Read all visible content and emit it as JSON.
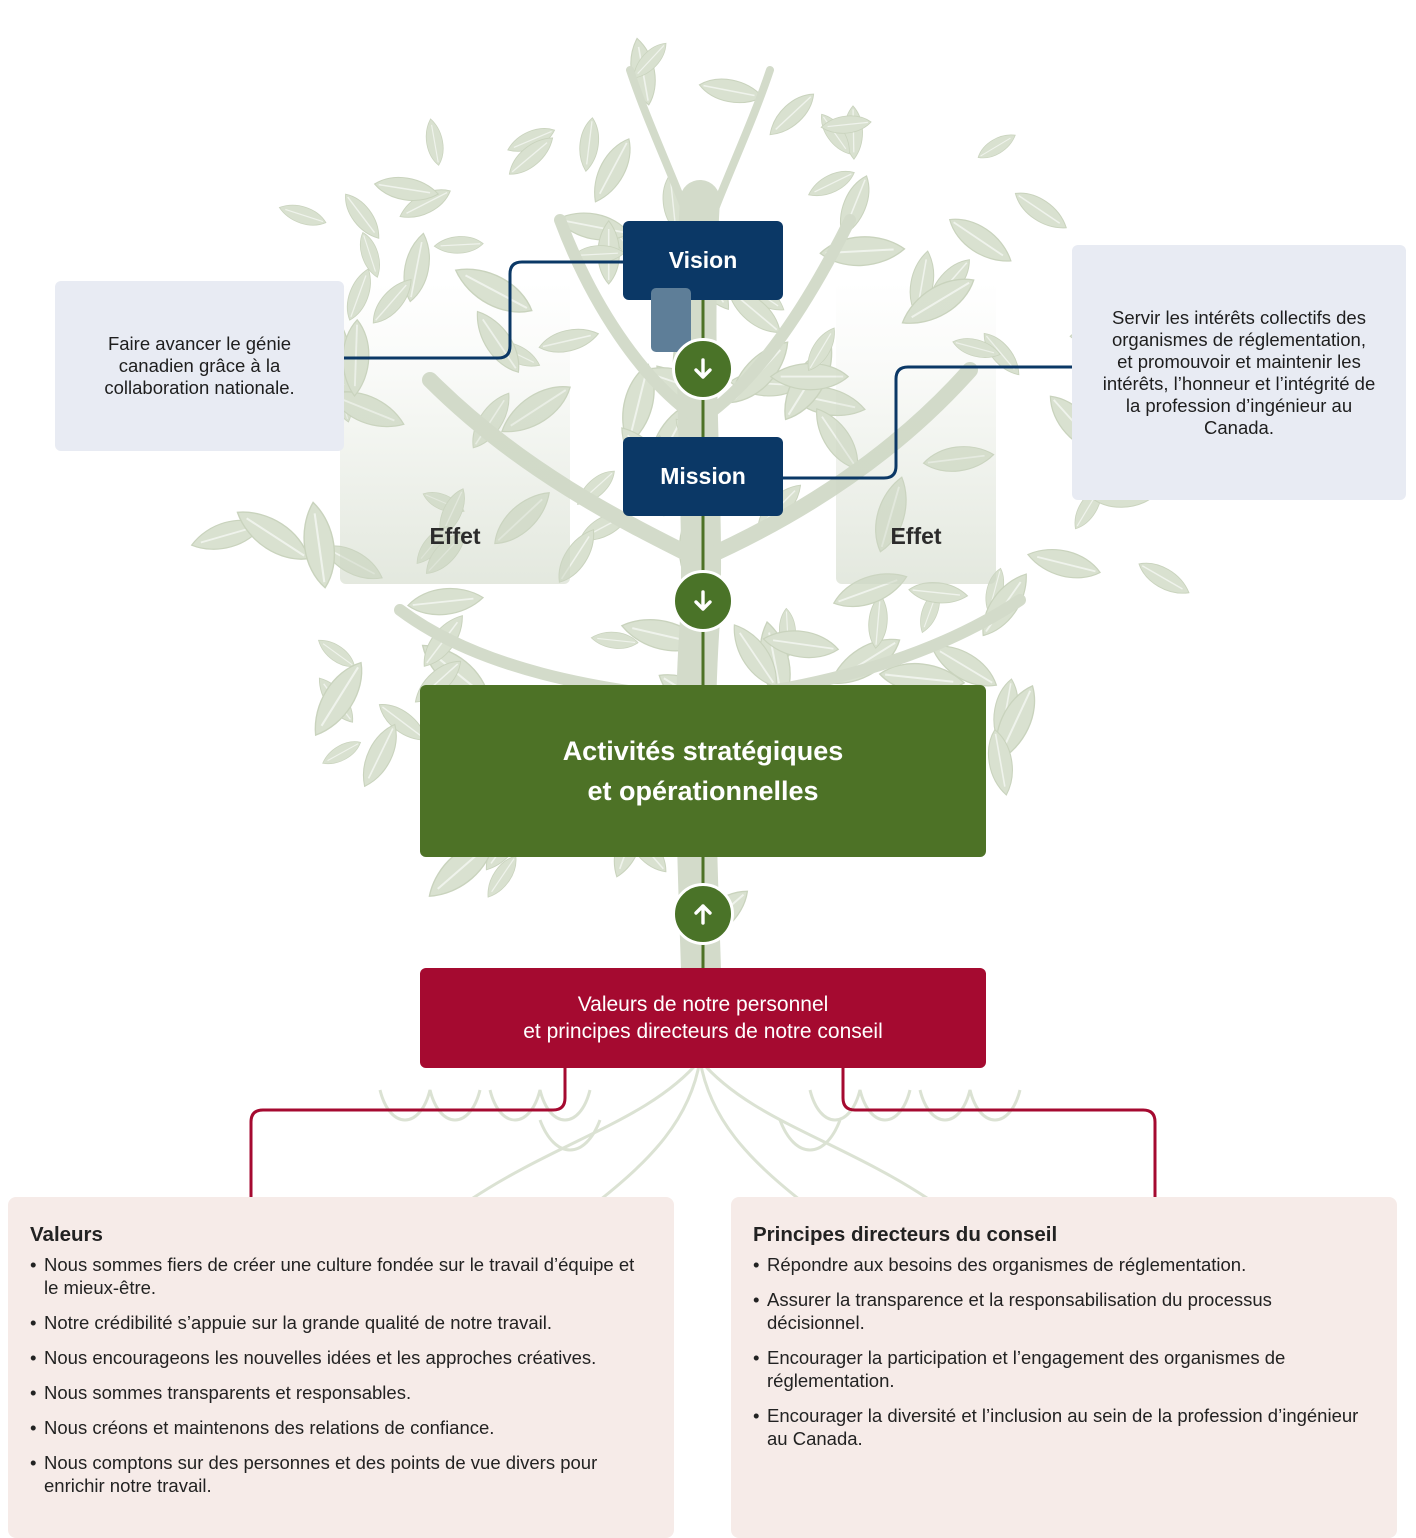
{
  "vision": {
    "label": "Vision",
    "text": "Faire avancer le génie canadien grâce à la collaboration nationale."
  },
  "mission": {
    "label": "Mission",
    "text": "Servir les intérêts collectifs des organismes de réglementation, et promouvoir et maintenir les intérêts, l’honneur et l’intégrité de la profession d’ingénieur au Canada."
  },
  "effect_left": "Effet",
  "effect_right": "Effet",
  "activities": {
    "line1": "Activités stratégiques",
    "line2": "et opérationnelles"
  },
  "foundation": {
    "line1": "Valeurs de notre personnel",
    "line2": "et principes directeurs de notre conseil"
  },
  "values": {
    "title": "Valeurs",
    "items": [
      "Nous sommes fiers de créer une culture fondée sur le travail d’équipe et le mieux-être.",
      "Notre crédibilité s’appuie sur la grande qualité de notre travail.",
      "Nous encourageons les nouvelles idées et les approches créatives.",
      "Nous sommes transparents et responsables.",
      "Nous créons et maintenons des relations de confiance.",
      "Nous comptons sur des personnes et des points de vue divers pour enrichir notre travail."
    ]
  },
  "principles": {
    "title": "Principes directeurs du conseil",
    "items": [
      "Répondre aux besoins des organismes de réglementation.",
      "Assurer la transparence et la responsabilisation du processus décisionnel.",
      "Encourager la participation et l’engagement des organismes de réglementation.",
      "Encourager la diversité et l’inclusion au sein de la profession d’ingénieur au Canada."
    ]
  },
  "colors": {
    "blue": "#0b3866",
    "green": "#4d7226",
    "red": "#a50a30",
    "info_bg": "#e8ebf3",
    "list_bg": "#f6ebe8",
    "tree": "#d8e0cf"
  },
  "icons": [
    "tree-illustration",
    "arrow-down-icon",
    "arrow-up-icon"
  ]
}
